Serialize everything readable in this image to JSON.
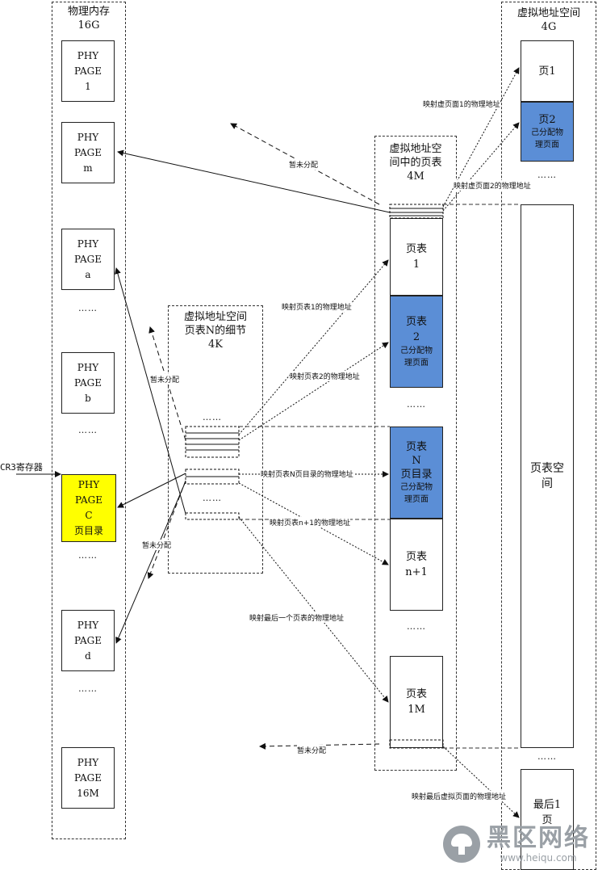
{
  "physical_memory": {
    "title": "物理内存\n16G",
    "pages": [
      {
        "lines": [
          "PHY",
          "PAGE",
          "1"
        ]
      },
      {
        "lines": [
          "PHY",
          "PAGE",
          "m"
        ]
      },
      {
        "lines": [
          "PHY",
          "PAGE",
          "a"
        ]
      },
      {
        "lines": [
          "PHY",
          "PAGE",
          "b"
        ]
      },
      {
        "lines": [
          "PHY",
          "PAGE",
          "C",
          "页目录"
        ]
      },
      {
        "lines": [
          "PHY",
          "PAGE",
          "d"
        ]
      },
      {
        "lines": [
          "PHY",
          "PAGE",
          "16M"
        ]
      }
    ],
    "ellipsis": "……",
    "cr3_label": "CR3寄存器"
  },
  "page_table_detail": {
    "title": "虚拟地址空间\n页表N的细节\n4K",
    "ellipsis_top": "……",
    "ellipsis_mid": "……"
  },
  "page_tables": {
    "title": "虚拟地址空\n间中的页表\n4M",
    "tables": [
      {
        "lines": [
          "页表",
          "1"
        ]
      },
      {
        "lines": [
          "页表",
          "2",
          "己分配物",
          "理页面"
        ]
      },
      {
        "lines": [
          "页表",
          "N",
          "页目录",
          "己分配物",
          "理页面"
        ]
      },
      {
        "lines": [
          "页表",
          "n+1"
        ]
      },
      {
        "lines": [
          "页表",
          "1M"
        ]
      }
    ],
    "ellipsis": "……"
  },
  "virtual_space": {
    "title": "虚拟地址空间\n4G",
    "pages": [
      {
        "lines": [
          "页1"
        ]
      },
      {
        "lines": [
          "页2",
          "己分配物",
          "理页面"
        ]
      },
      {
        "lines": [
          "页表空",
          "间"
        ]
      },
      {
        "lines": [
          "最后1",
          "页"
        ]
      }
    ],
    "ellipsis": "……"
  },
  "annotations": {
    "map_vpage1": "映射虚页面1的物理地址",
    "map_vpage2": "映射虚页面2的物理地址",
    "unallocated": "暂未分配",
    "map_pt1": "映射页表1的物理地址",
    "map_pt2": "映射页表2的物理地址",
    "map_ptN": "映射页表N页目录的物理地址",
    "map_ptn1": "映射页表n+1的物理地址",
    "map_last_pt": "映射最后一个页表的物理地址",
    "map_last_vpage": "映射最后虚拟页面的物理地址"
  },
  "watermark": {
    "cn": "黑区网络",
    "url": "www.heiqu.com"
  },
  "colors": {
    "allocated": "#5b8ed6",
    "page_directory": "#ffff00",
    "line": "#111111"
  }
}
